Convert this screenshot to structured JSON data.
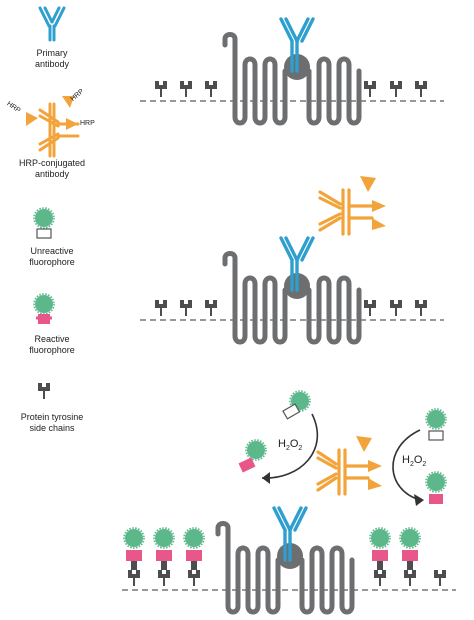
{
  "legend": {
    "primary_antibody": [
      "Primary",
      "antibody"
    ],
    "hrp_antibody": [
      "HRP-conjugated",
      "antibody"
    ],
    "unreactive_fluorophore": [
      "Unreactive",
      "fluorophore"
    ],
    "reactive_fluorophore": [
      "Reactive",
      "fluorophore"
    ],
    "tyrosine": [
      "Protein tyrosine",
      "side chains"
    ]
  },
  "hrp_label": "HRP",
  "reagent": {
    "main": "H",
    "sub1": "2",
    "mid": "O",
    "sub2": "2"
  },
  "colors": {
    "antibody_blue": "#2e9fcf",
    "hrp_orange": "#f2a33a",
    "protein_gray": "#6d6e70",
    "fluorophore_green": "#5cb88a",
    "reactive_pink": "#e8568a",
    "tyrosine_gray": "#4d4d4f"
  }
}
